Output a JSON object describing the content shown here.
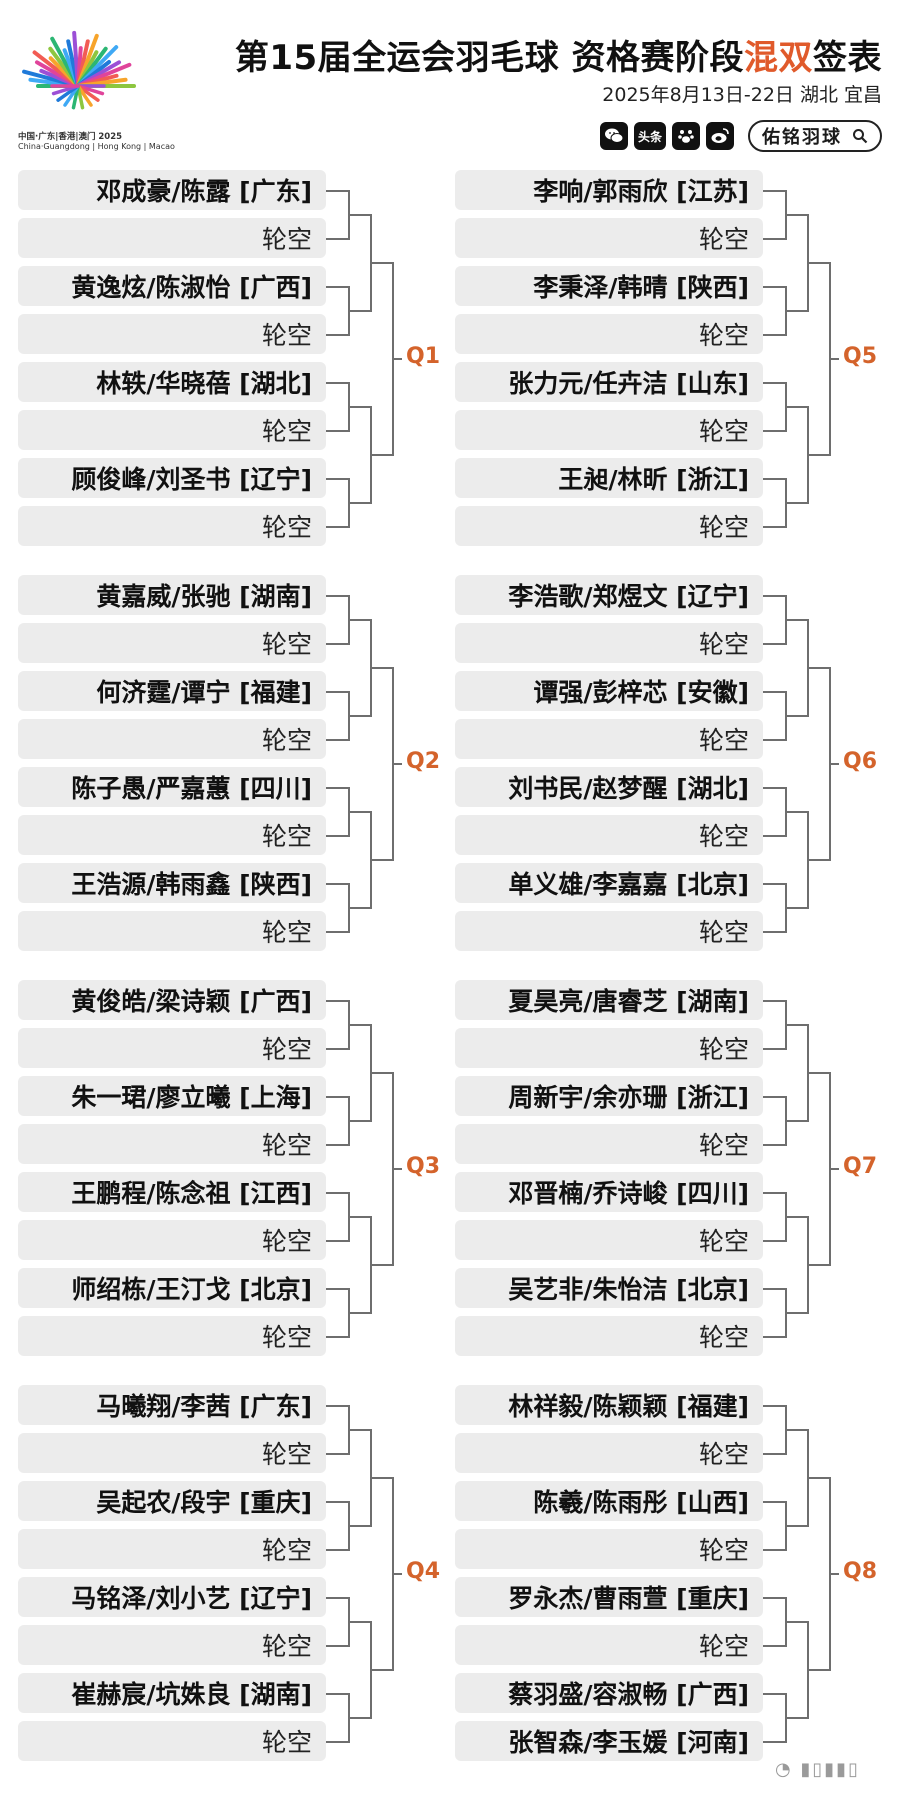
{
  "header": {
    "title_main": "第15届全运会羽毛球 资格赛阶段",
    "title_highlight": "混双",
    "title_tail": "签表",
    "subtitle": "2025年8月13日-22日 湖北 宜昌",
    "logo_caption_line1": "中国·广东|香港|澳门 2025",
    "logo_caption_line2": "China·Guangdong | Hong Kong | Macao",
    "toutiao_label": "头条",
    "brand_label": "佑铭羽球",
    "accent_color": "#e05a2b",
    "icons": [
      "wechat-icon",
      "toutiao-icon",
      "paw-icon",
      "weibo-icon",
      "search-icon"
    ]
  },
  "quarters": [
    {
      "label": "Q1",
      "column": "left",
      "entries": [
        "邓成豪/陈露 [广东]",
        "轮空",
        "黄逸炫/陈淑怡 [广西]",
        "轮空",
        "林轶/华晓蓓 [湖北]",
        "轮空",
        "顾俊峰/刘圣书 [辽宁]",
        "轮空"
      ]
    },
    {
      "label": "Q5",
      "column": "right",
      "entries": [
        "李响/郭雨欣 [江苏]",
        "轮空",
        "李秉泽/韩晴 [陕西]",
        "轮空",
        "张力元/任卉洁 [山东]",
        "轮空",
        "王昶/林昕 [浙江]",
        "轮空"
      ]
    },
    {
      "label": "Q2",
      "column": "left",
      "entries": [
        "黄嘉威/张驰 [湖南]",
        "轮空",
        "何济霆/谭宁 [福建]",
        "轮空",
        "陈子愚/严嘉蕙 [四川]",
        "轮空",
        "王浩源/韩雨鑫 [陕西]",
        "轮空"
      ]
    },
    {
      "label": "Q6",
      "column": "right",
      "entries": [
        "李浩歌/郑煜文 [辽宁]",
        "轮空",
        "谭强/彭梓芯 [安徽]",
        "轮空",
        "刘书民/赵梦醒 [湖北]",
        "轮空",
        "单义雄/李嘉嘉 [北京]",
        "轮空"
      ]
    },
    {
      "label": "Q3",
      "column": "left",
      "entries": [
        "黄俊皓/梁诗颖 [广西]",
        "轮空",
        "朱一珺/廖立曦 [上海]",
        "轮空",
        "王鹏程/陈念祖 [江西]",
        "轮空",
        "师绍栋/王汀戈 [北京]",
        "轮空"
      ]
    },
    {
      "label": "Q7",
      "column": "right",
      "entries": [
        "夏昊亮/唐睿芝 [湖南]",
        "轮空",
        "周新宇/余亦珊 [浙江]",
        "轮空",
        "邓晋楠/乔诗峻 [四川]",
        "轮空",
        "吴艺非/朱怡洁 [北京]",
        "轮空"
      ]
    },
    {
      "label": "Q4",
      "column": "left",
      "entries": [
        "马曦翔/李茜 [广东]",
        "轮空",
        "吴起农/段宇 [重庆]",
        "轮空",
        "马铭泽/刘小艺 [辽宁]",
        "轮空",
        "崔赫宸/坑姝良 [湖南]",
        "轮空"
      ]
    },
    {
      "label": "Q8",
      "column": "right",
      "entries": [
        "林祥毅/陈颖颖 [福建]",
        "轮空",
        "陈羲/陈雨彤 [山西]",
        "轮空",
        "罗永杰/曹雨萱 [重庆]",
        "轮空",
        "蔡羽盛/容淑畅 [广西]",
        "张智森/李玉媛 [河南]"
      ]
    }
  ]
}
